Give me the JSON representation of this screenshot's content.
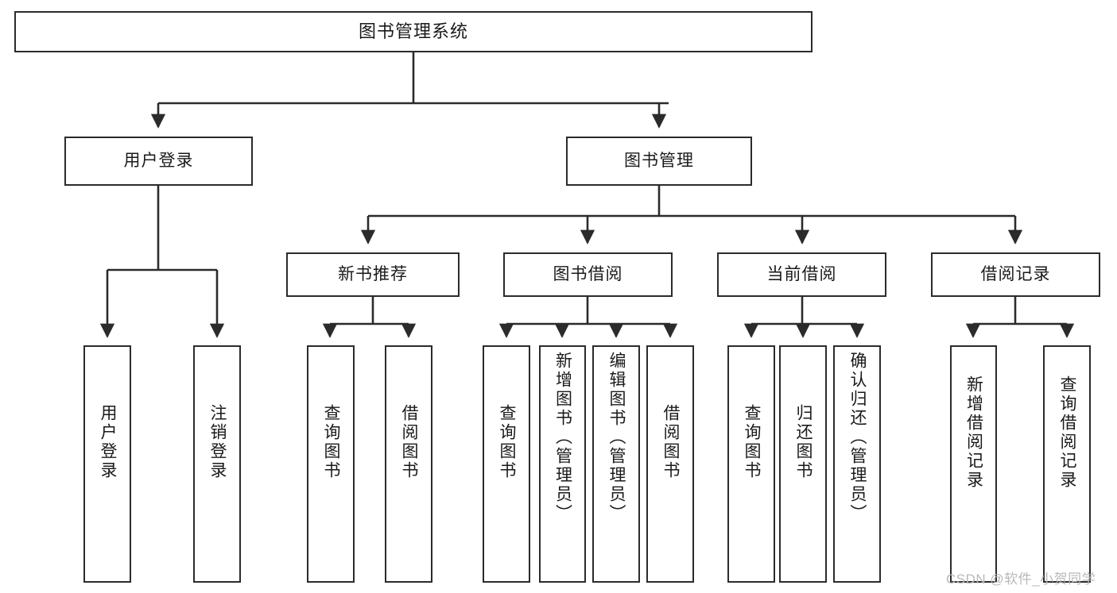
{
  "diagram": {
    "type": "tree",
    "title": "图书管理系统",
    "watermark": "CSDN @软件_小贺同学",
    "colors": {
      "box_border": "#2b2b2b",
      "box_fill": "#ffffff",
      "connector": "#2b2b2b",
      "text": "#1a1a1a",
      "watermark": "#b9b9b9",
      "background": "#ffffff"
    },
    "nodes": {
      "root": {
        "label": "图书管理系统",
        "orientation": "horizontal"
      },
      "level1": [
        {
          "id": "user_login",
          "label": "用户登录",
          "orientation": "horizontal"
        },
        {
          "id": "book_manage",
          "label": "图书管理",
          "orientation": "horizontal"
        }
      ],
      "level2": [
        {
          "id": "new_book_rec",
          "label": "新书推荐",
          "orientation": "horizontal",
          "parent": "book_manage"
        },
        {
          "id": "book_borrow",
          "label": "图书借阅",
          "orientation": "horizontal",
          "parent": "book_manage"
        },
        {
          "id": "current_borrow",
          "label": "当前借阅",
          "orientation": "horizontal",
          "parent": "book_manage"
        },
        {
          "id": "borrow_record",
          "label": "借阅记录",
          "orientation": "horizontal",
          "parent": "book_manage"
        }
      ],
      "leaves": [
        {
          "id": "leaf_user_login",
          "label": "用户登录",
          "orientation": "vertical",
          "parent": "user_login"
        },
        {
          "id": "leaf_user_logout",
          "label": "注销登录",
          "orientation": "vertical",
          "parent": "user_login"
        },
        {
          "id": "leaf_rec_query",
          "label": "查询图书",
          "orientation": "vertical",
          "parent": "new_book_rec"
        },
        {
          "id": "leaf_rec_borrow",
          "label": "借阅图书",
          "orientation": "vertical",
          "parent": "new_book_rec"
        },
        {
          "id": "leaf_borrow_query",
          "label": "查询图书",
          "orientation": "vertical",
          "parent": "book_borrow"
        },
        {
          "id": "leaf_borrow_add",
          "label": "新增图书（管理员）",
          "orientation": "vertical",
          "parent": "book_borrow"
        },
        {
          "id": "leaf_borrow_edit",
          "label": "编辑图书（管理员）",
          "orientation": "vertical",
          "parent": "book_borrow"
        },
        {
          "id": "leaf_borrow_do",
          "label": "借阅图书",
          "orientation": "vertical",
          "parent": "book_borrow"
        },
        {
          "id": "leaf_cur_query",
          "label": "查询图书",
          "orientation": "vertical",
          "parent": "current_borrow"
        },
        {
          "id": "leaf_cur_return",
          "label": "归还图书",
          "orientation": "vertical",
          "parent": "current_borrow"
        },
        {
          "id": "leaf_cur_confirm",
          "label": "确认归还（管理员）",
          "orientation": "vertical",
          "parent": "current_borrow"
        },
        {
          "id": "leaf_rec_add",
          "label": "新增借阅记录",
          "orientation": "vertical",
          "parent": "borrow_record"
        },
        {
          "id": "leaf_rec_search",
          "label": "查询借阅记录",
          "orientation": "vertical",
          "parent": "borrow_record"
        }
      ]
    }
  }
}
